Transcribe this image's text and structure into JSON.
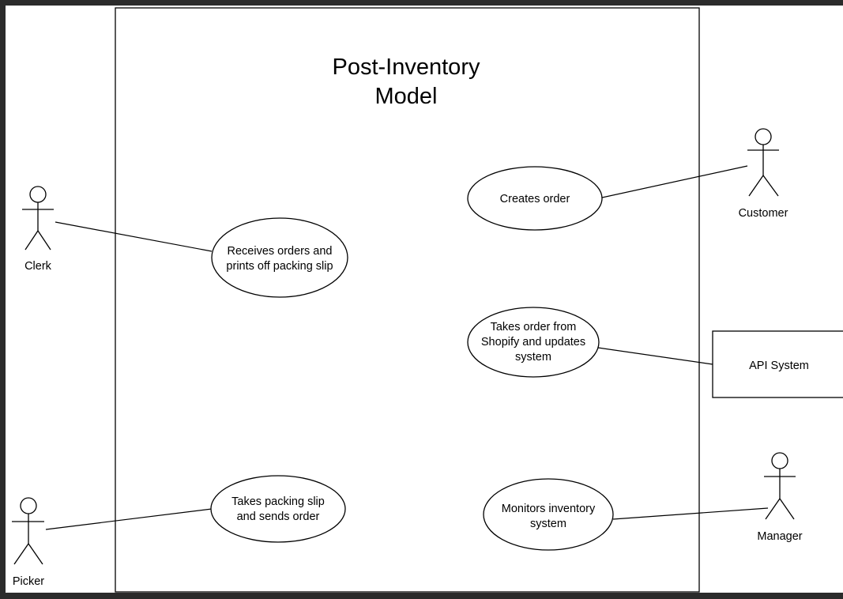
{
  "title": {
    "line1": "Post-Inventory",
    "line2": "Model"
  },
  "actors": {
    "clerk": "Clerk",
    "customer": "Customer",
    "picker": "Picker",
    "manager": "Manager"
  },
  "external_system": {
    "label": "API System"
  },
  "use_cases": {
    "receives_orders": [
      "Receives orders and",
      "prints off packing slip"
    ],
    "creates_order": [
      "Creates order"
    ],
    "takes_order_shopify": [
      "Takes order from",
      "Shopify and updates",
      "system"
    ],
    "takes_packing_slip": [
      "Takes packing slip",
      "and sends order"
    ],
    "monitors_inventory": [
      "Monitors inventory",
      "system"
    ]
  },
  "colors": {
    "background": "#ffffff",
    "frame": "#2b2b2b",
    "stroke": "#000000"
  }
}
